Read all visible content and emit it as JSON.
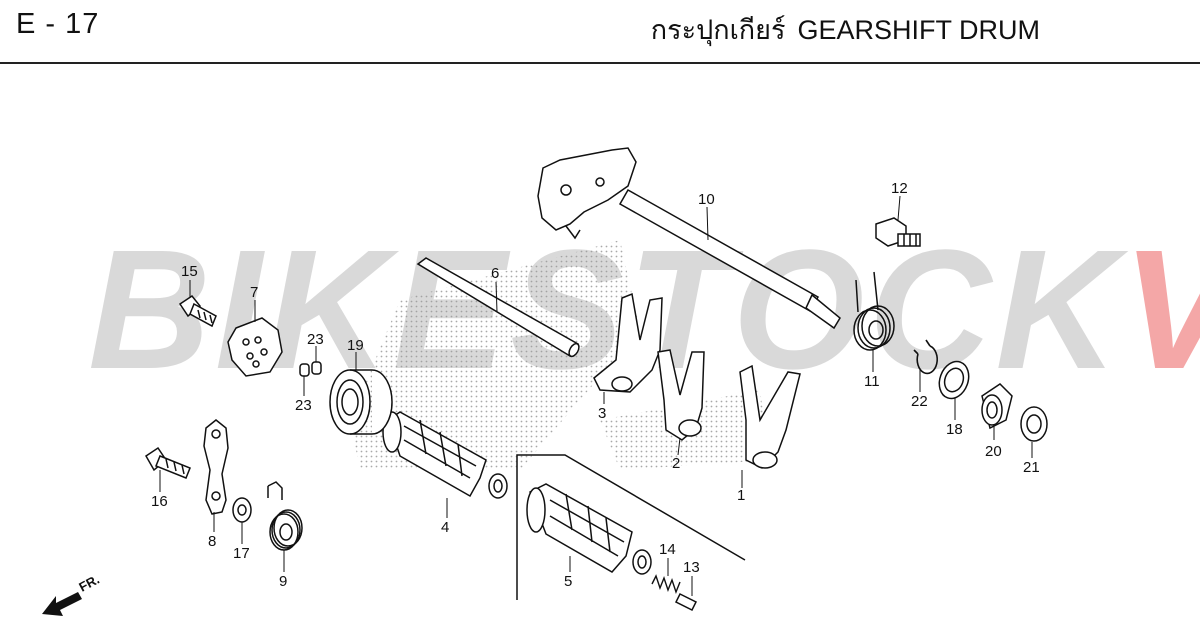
{
  "header": {
    "page_code": "E - 17",
    "title_thai": "กระปุกเกียร์",
    "title_en": "GEARSHIFT DRUM"
  },
  "watermark": {
    "part1": "BIKESTOCK",
    "part2": "VN",
    "color_part1": "#b9b9b9",
    "color_part2": "#f08a8a"
  },
  "front_indicator": {
    "label": "FR."
  },
  "callouts": [
    "1",
    "2",
    "3",
    "4",
    "5",
    "6",
    "7",
    "8",
    "9",
    "10",
    "11",
    "12",
    "13",
    "14",
    "15",
    "16",
    "17",
    "18",
    "19",
    "20",
    "21",
    "22",
    "23",
    "23"
  ]
}
